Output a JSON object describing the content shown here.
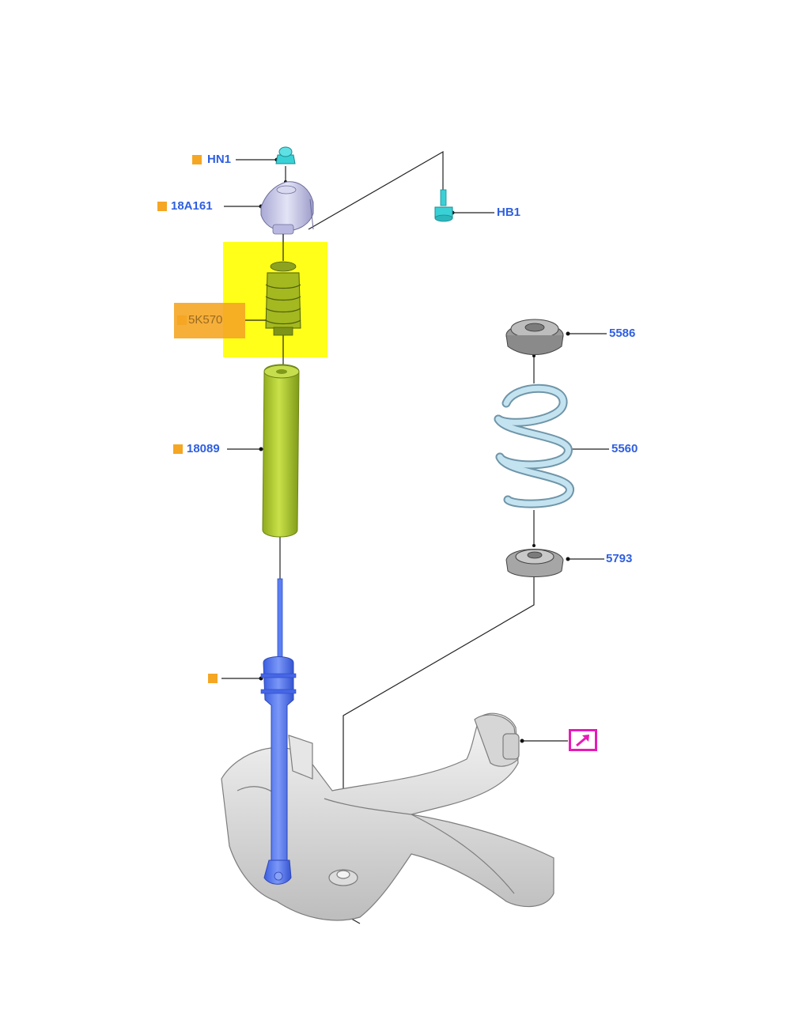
{
  "callouts": {
    "hn1": "HN1",
    "top_mount": "18A161",
    "bump_stop": "5K570",
    "dust_boot": "18089",
    "hb1": "HB1",
    "upper_seat": "5586",
    "coil_spring": "5560",
    "lower_seat": "5793"
  },
  "icons": {
    "marker": "orange-square-marker",
    "external_link": "external-link-arrow-icon"
  },
  "colors": {
    "label_text": "#2f5fe0",
    "marker": "#f5a623",
    "highlight": "#ffff1a",
    "link_frame": "#e81ab8",
    "shock_absorber": "#5b7ff2",
    "dust_boot": "#a8c832",
    "spring": "#b9dced",
    "mount": "#c8c8e6",
    "fastener": "#3ad1d6"
  }
}
